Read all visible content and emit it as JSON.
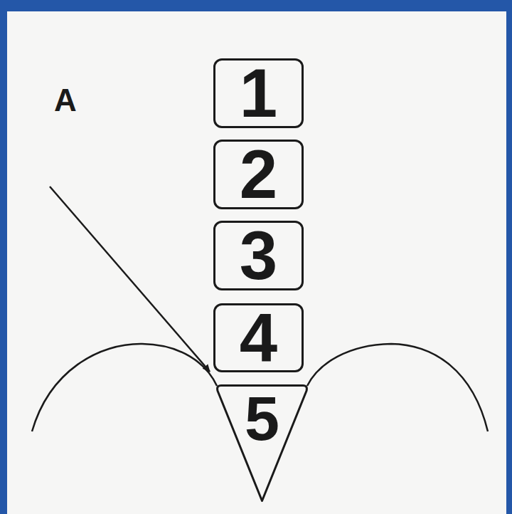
{
  "diagram": {
    "nodes": [
      {
        "text": [
          "1"
        ]
      },
      {
        "text": [
          "2"
        ]
      },
      {
        "text": [
          "3"
        ]
      },
      {
        "text": [
          "4"
        ]
      },
      {
        "text": [
          "5"
        ]
      }
    ],
    "labels": [
      "A"
    ]
  }
}
